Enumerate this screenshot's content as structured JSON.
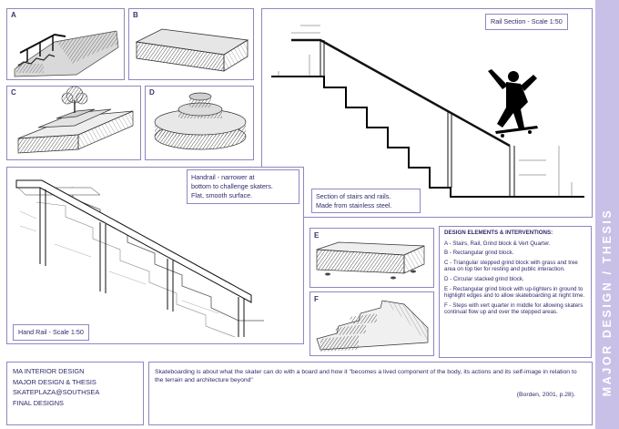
{
  "panels": {
    "a": {
      "label": "A"
    },
    "b": {
      "label": "B"
    },
    "c": {
      "label": "C"
    },
    "d": {
      "label": "D"
    },
    "e": {
      "label": "E"
    },
    "f": {
      "label": "F"
    }
  },
  "rail_section": {
    "title": "Rail Section - Scale 1:50",
    "caption": [
      "Section of stairs and rails.",
      "Made from stainless steel."
    ]
  },
  "hand_rail": {
    "title": "Hand Rail - Scale 1:50",
    "caption": [
      "Handrail - narrower at",
      "bottom to challenge skaters.",
      "Flat, smooth surface."
    ]
  },
  "legend": {
    "heading": "DESIGN ELEMENTS & INTERVENTIONS:",
    "items": [
      "A - Stairs, Rail, Grind block & Vert Quarter.",
      "B - Rectangular grind block.",
      "C - Triangular stepped grind block with grass and tree area on top tier for resting and public interaction.",
      "D - Circular stacked grind block.",
      "E - Rectangular grind block with up-lighters in ground to highlight edges and to allow skateboarding at night time.",
      "F - Steps with vert quarter in middle for allowing skaters continual flow up and over the stepped areas."
    ]
  },
  "project_info": [
    "MA INTERIOR DESIGN",
    "MAJOR DESIGN & THESIS",
    "SKATEPLAZA@SOUTHSEA",
    "FINAL DESIGNS"
  ],
  "quote": {
    "text": "Skateboarding is about what the skater can do with a board and how it \"becomes a lived component of the body, its actions and its self-image in relation to the terrain and architecture beyond\"",
    "citation": "(Borden, 2001, p.28)."
  },
  "sidebar": {
    "text": "MAJOR DESIGN / THESIS"
  },
  "colors": {
    "frame": "#8f86c2",
    "text": "#2f2a6a",
    "sidebar": "#c8c0e6"
  }
}
